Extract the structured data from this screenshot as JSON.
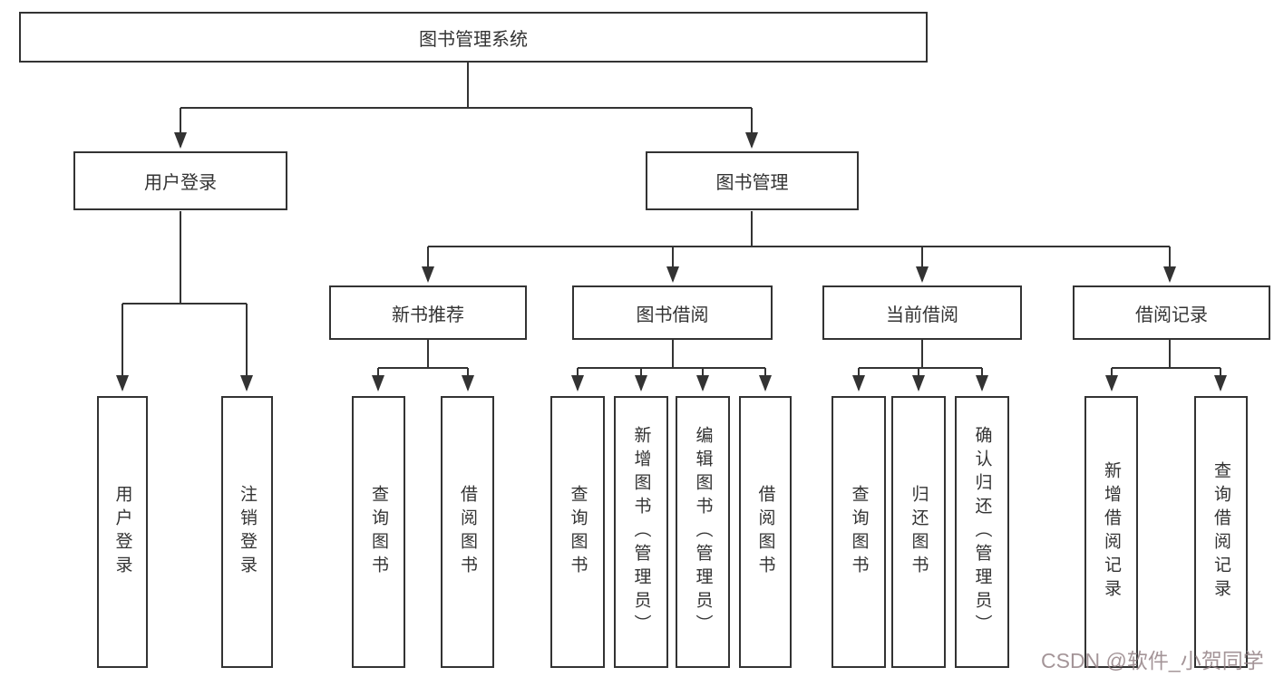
{
  "tree": {
    "root": {
      "label": "图书管理系统"
    },
    "branches": [
      {
        "label": "用户登录",
        "children": [
          {
            "label": "用户登录"
          },
          {
            "label": "注销登录"
          }
        ]
      },
      {
        "label": "图书管理",
        "children": [
          {
            "label": "新书推荐",
            "children": [
              {
                "label": "查询图书"
              },
              {
                "label": "借阅图书"
              }
            ]
          },
          {
            "label": "图书借阅",
            "children": [
              {
                "label": "查询图书"
              },
              {
                "label": "新增图书（管理员）"
              },
              {
                "label": "编辑图书（管理员）"
              },
              {
                "label": "借阅图书"
              }
            ]
          },
          {
            "label": "当前借阅",
            "children": [
              {
                "label": "查询图书"
              },
              {
                "label": "归还图书"
              },
              {
                "label": "确认归还（管理员）"
              }
            ]
          },
          {
            "label": "借阅记录",
            "children": [
              {
                "label": "新增借阅记录"
              },
              {
                "label": "查询借阅记录"
              }
            ]
          }
        ]
      }
    ]
  },
  "watermark": {
    "text": "CSDN @软件_小贺同学"
  },
  "colors": {
    "line": "#333333",
    "text": "#333333",
    "background": "#ffffff"
  }
}
